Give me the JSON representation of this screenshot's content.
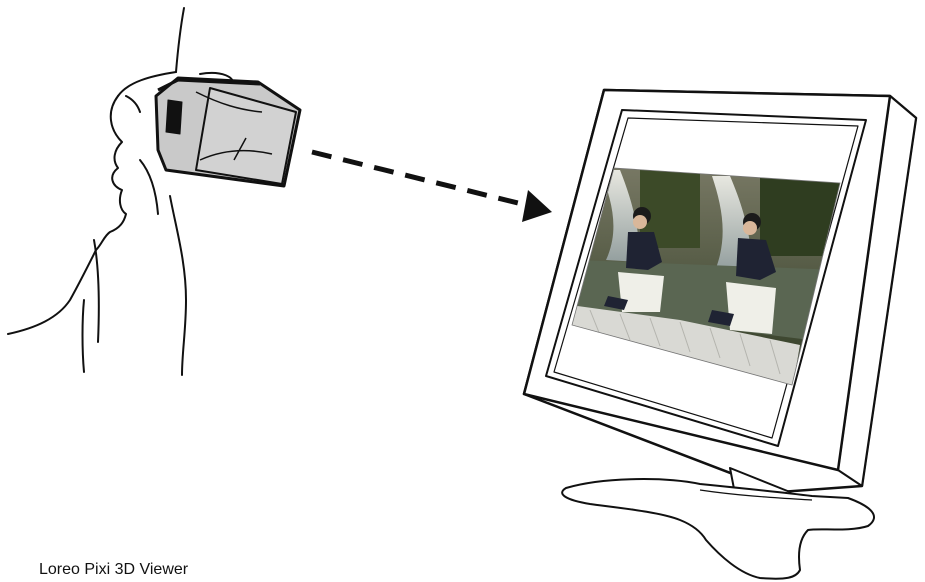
{
  "caption": "Loreo Pixi 3D Viewer",
  "illustration": {
    "subject": "viewer-wearing-loreo-pixi",
    "arrow": "dashed-arrow-to-monitor",
    "monitor_content": "side-by-side-stereo-pair"
  },
  "colors": {
    "line": "#111111",
    "viewer_fill": "#c9c9c9",
    "background": "#ffffff"
  }
}
